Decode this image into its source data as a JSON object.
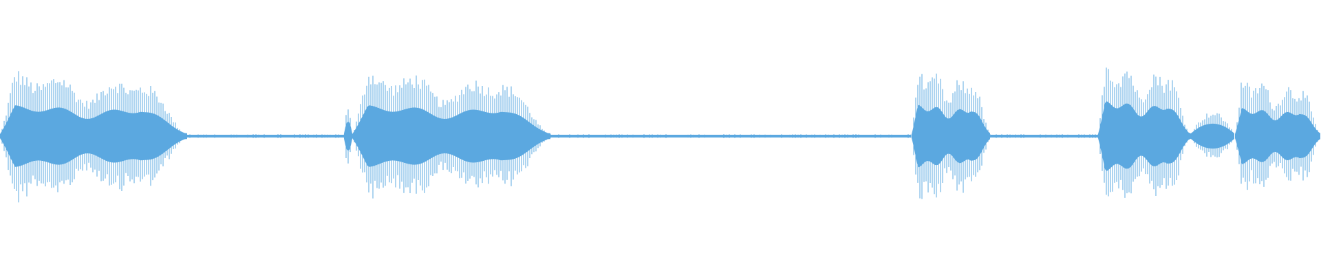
{
  "waveform": {
    "color": "#5ba8e0",
    "channels": 1,
    "segments": [
      {
        "kind": "speech",
        "amplitude": 0.52
      },
      {
        "kind": "silence",
        "amplitude": 0.01
      },
      {
        "kind": "transient",
        "amplitude": 0.22
      },
      {
        "kind": "speech",
        "amplitude": 0.52
      },
      {
        "kind": "silence",
        "amplitude": 0.01
      },
      {
        "kind": "speech",
        "amplitude": 0.53
      },
      {
        "kind": "silence",
        "amplitude": 0.01
      },
      {
        "kind": "speech",
        "amplitude": 0.6
      },
      {
        "kind": "transient",
        "amplitude": 0.18
      },
      {
        "kind": "speech",
        "amplitude": 0.47
      }
    ]
  }
}
